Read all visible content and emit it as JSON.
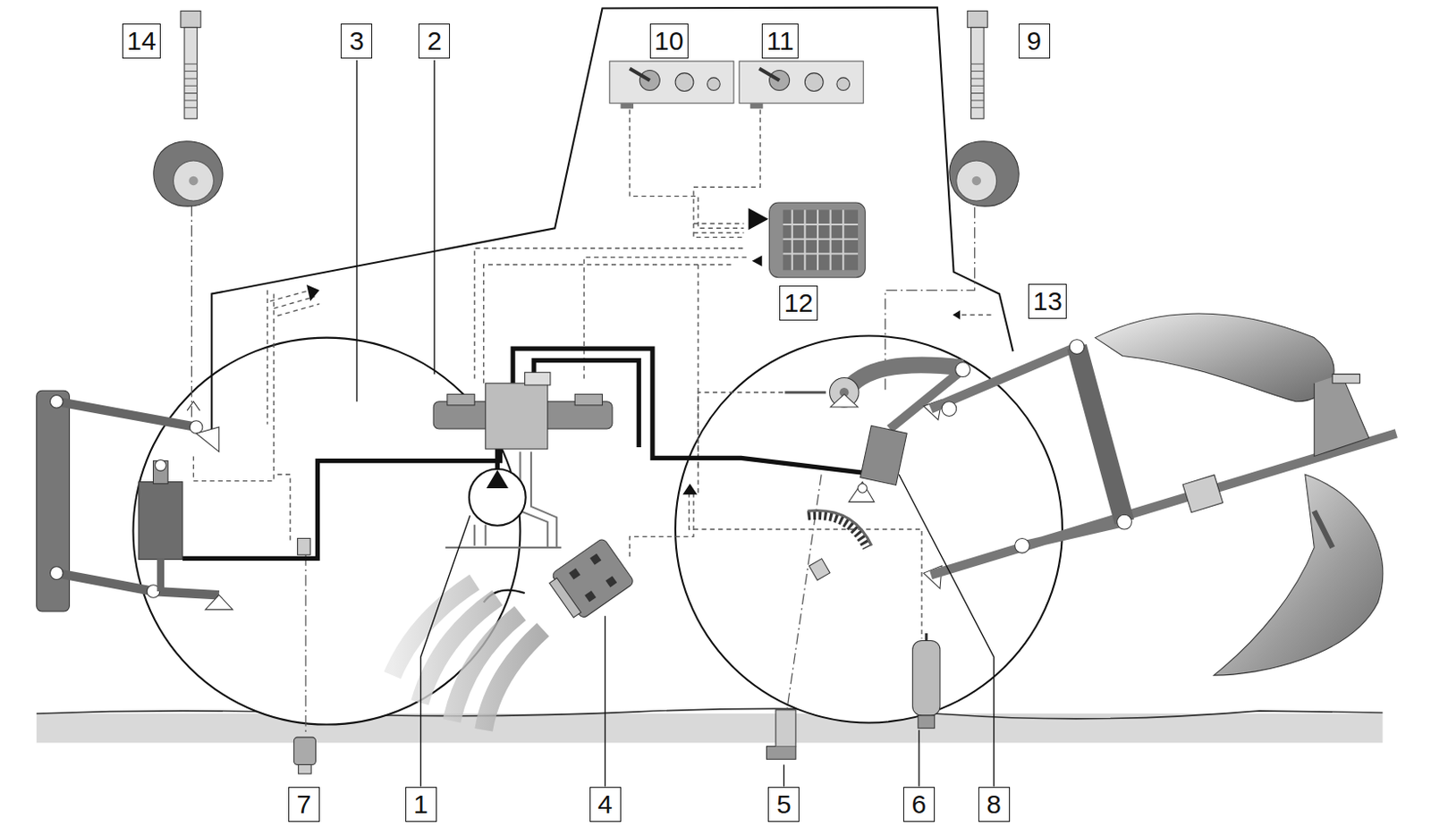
{
  "diagram": {
    "nodes": [
      {
        "text": [
          "14"
        ]
      },
      {
        "text": [
          "3"
        ]
      },
      {
        "text": [
          "2"
        ]
      },
      {
        "text": [
          "10"
        ]
      },
      {
        "text": [
          "11"
        ]
      },
      {
        "text": [
          "9"
        ]
      },
      {
        "text": [
          "12"
        ]
      },
      {
        "text": [
          "13"
        ]
      },
      {
        "text": [
          "7"
        ]
      },
      {
        "text": [
          "1"
        ]
      },
      {
        "text": [
          "4"
        ]
      },
      {
        "text": [
          "5"
        ]
      },
      {
        "text": [
          "6"
        ]
      },
      {
        "text": [
          "8"
        ]
      }
    ]
  }
}
